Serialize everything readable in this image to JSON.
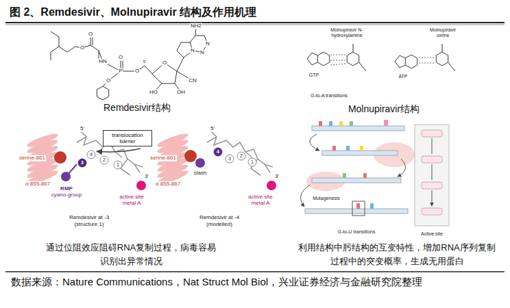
{
  "diagram": {
    "title": "图 2、Remdesivir、Molnupiravir 结构及作用机理",
    "caption": "数据来源：Nature Communications，Nat Struct Mol Biol，兴业证券经济与金融研究院整理",
    "nodes": [
      {
        "text": [
          "translocation barrier"
        ]
      }
    ],
    "labels": [
      "O",
      "O",
      "HN",
      "O",
      "P",
      "O",
      "O",
      "5'",
      "NH2",
      "N",
      "N",
      "N",
      "O",
      "CN",
      "HO",
      "OH",
      "Remdesivir结构",
      "serine-861",
      "α 855-867",
      "RMP",
      "cyano-group",
      "4",
      "3",
      "2",
      "1",
      "5'",
      "3'",
      "active site",
      "metal A",
      "Remdesivir at -3",
      "(structure 1)",
      "serine-861",
      "α 855-867",
      "clash",
      "4",
      "3",
      "2",
      "1",
      "5'",
      "3'",
      "active site",
      "metal A",
      "Remdesivir at -4",
      "(modelled)",
      "通过位阻效应阻碍RNA复制过程，病毒容易识别出异常情况",
      "Molnupiravir N-hydroxylamine",
      "Molnupiravir oxime",
      "GTP",
      "ATP",
      "G-to-A transitions",
      "Molnupiravir结构",
      "Mutagenesis",
      "G-to-U transitions",
      "Active site",
      "利用结构中肟结构的互变特性，增加RNA序列复制过程中的突变概率，生成无用蛋白"
    ]
  }
}
